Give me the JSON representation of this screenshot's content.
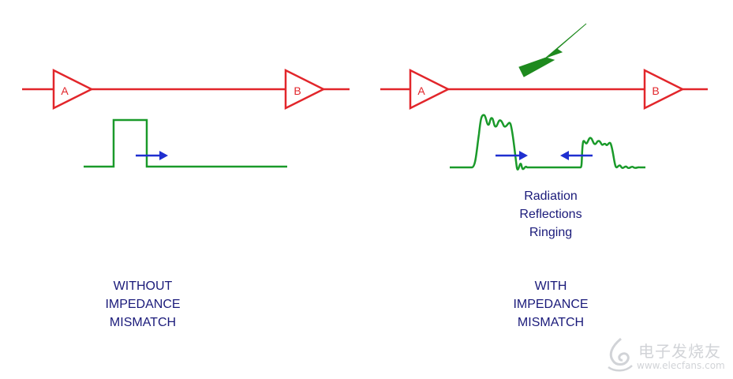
{
  "left_panel": {
    "buffer_a": "A",
    "buffer_b": "B",
    "caption": [
      "WITHOUT",
      "IMPEDANCE",
      "MISMATCH"
    ]
  },
  "right_panel": {
    "buffer_a": "A",
    "buffer_b": "B",
    "effects": [
      "Radiation",
      "Reflections",
      "Ringing"
    ],
    "caption": [
      "WITH",
      "IMPEDANCE",
      "MISMATCH"
    ]
  },
  "watermark": {
    "text_cn": "电子发烧友",
    "url": "www.elecfans.com"
  },
  "colors": {
    "line": "#e2262b",
    "signal": "#1a9a2a",
    "arrow": "#1f2fd0",
    "text": "#1a1a7a",
    "bolt": "#1e8a1e"
  }
}
